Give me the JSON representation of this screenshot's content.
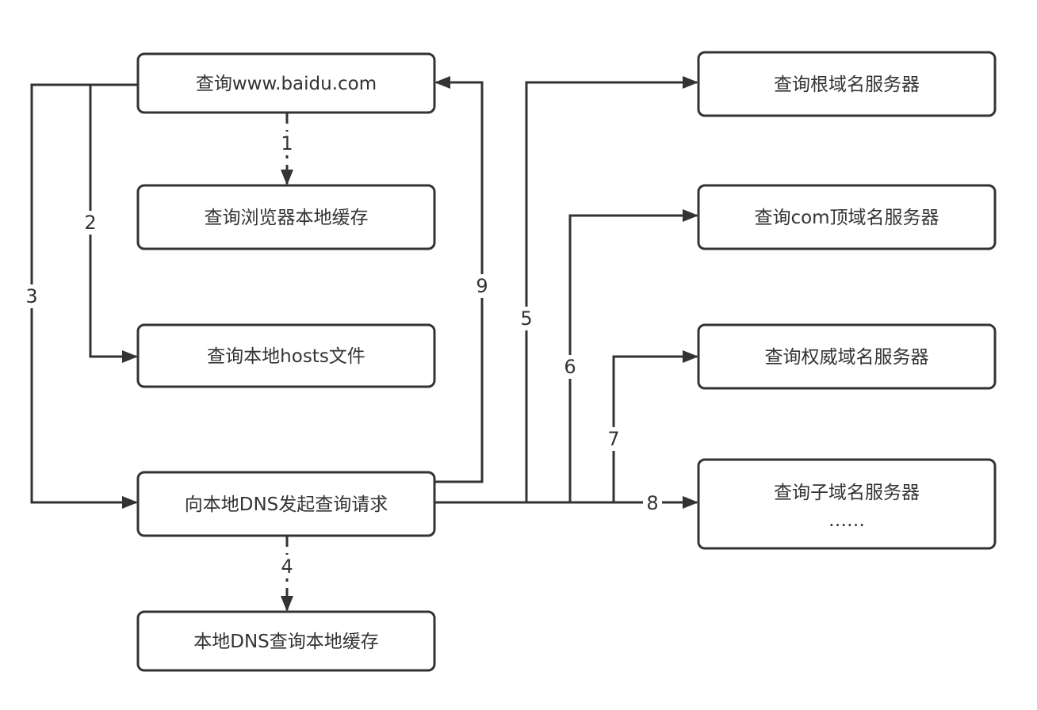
{
  "nodes": {
    "query_site": "查询www.baidu.com",
    "browser_cache": "查询浏览器本地缓存",
    "hosts_file": "查询本地hosts文件",
    "local_dns_request": "向本地DNS发起查询请求",
    "local_dns_cache": "本地DNS查询本地缓存",
    "root_server": "查询根域名服务器",
    "com_tld_server": "查询com顶域名服务器",
    "authoritative_server": "查询权威域名服务器",
    "subdomain_server": "查询子域名服务器",
    "subdomain_ellipsis": "……"
  },
  "edges": {
    "e1": "1",
    "e2": "2",
    "e3": "3",
    "e4": "4",
    "e5": "5",
    "e6": "6",
    "e7": "7",
    "e8": "8",
    "e9": "9"
  },
  "colors": {
    "stroke": "#333333",
    "background": "#ffffff"
  }
}
